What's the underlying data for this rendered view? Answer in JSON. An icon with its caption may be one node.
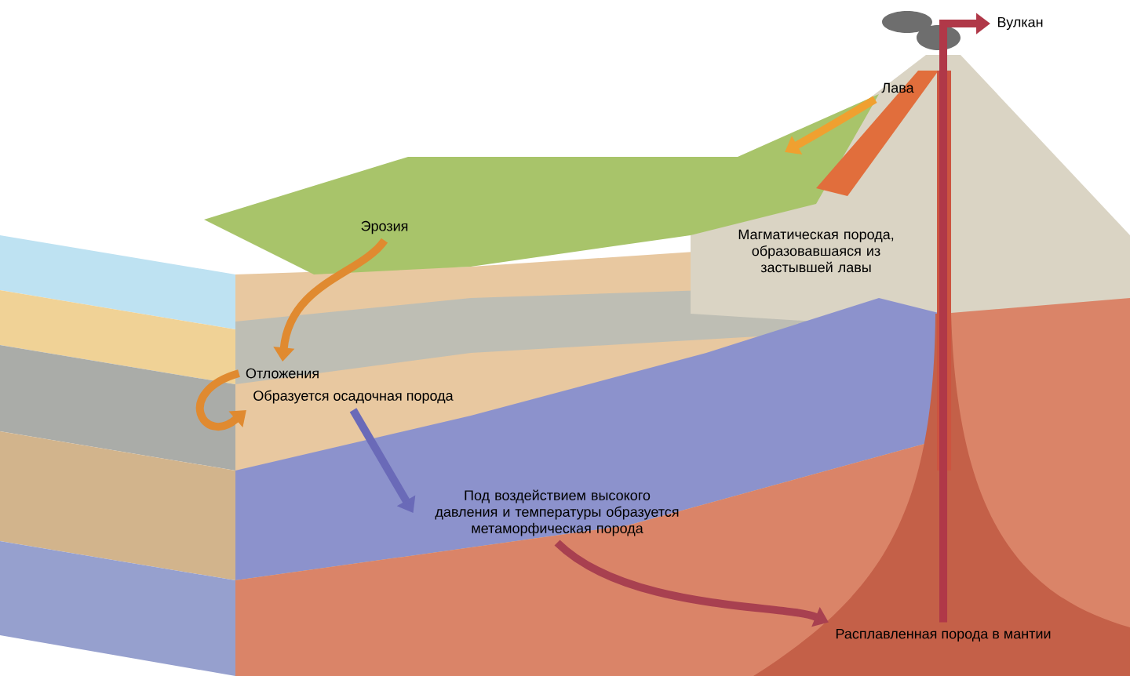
{
  "diagram": {
    "nodes": [
      {
        "text": [
          "Вулкан"
        ]
      },
      {
        "text": [
          "Лава"
        ]
      },
      {
        "text": [
          "Эрозия"
        ]
      },
      {
        "text": [
          "Отложения"
        ]
      },
      {
        "text": [
          "Образуется осадочная порода"
        ]
      },
      {
        "text": [
          "Магматическая порода, образовавшаяся из застывшей лавы"
        ]
      },
      {
        "text": [
          "Под воздействием высокого давления и температуры образуется метаморфическая порода"
        ]
      },
      {
        "text": [
          "Расплавленная порода в мантии"
        ]
      }
    ],
    "edges": [
      {
        "from": 1,
        "to": null,
        "arrow": "to",
        "color": "#f0a030"
      },
      {
        "from": 2,
        "to": 3,
        "arrow": "to",
        "color": "#e08a30"
      },
      {
        "from": 3,
        "to": 4,
        "arrow": "to",
        "color": "#e08a30"
      },
      {
        "from": 4,
        "to": 6,
        "arrow": "to",
        "color": "#6a6ab8"
      },
      {
        "from": 6,
        "to": 7,
        "arrow": "to",
        "color": "#a84050"
      },
      {
        "from": 7,
        "to": 0,
        "arrow": "to",
        "color": "#b03848"
      }
    ]
  }
}
